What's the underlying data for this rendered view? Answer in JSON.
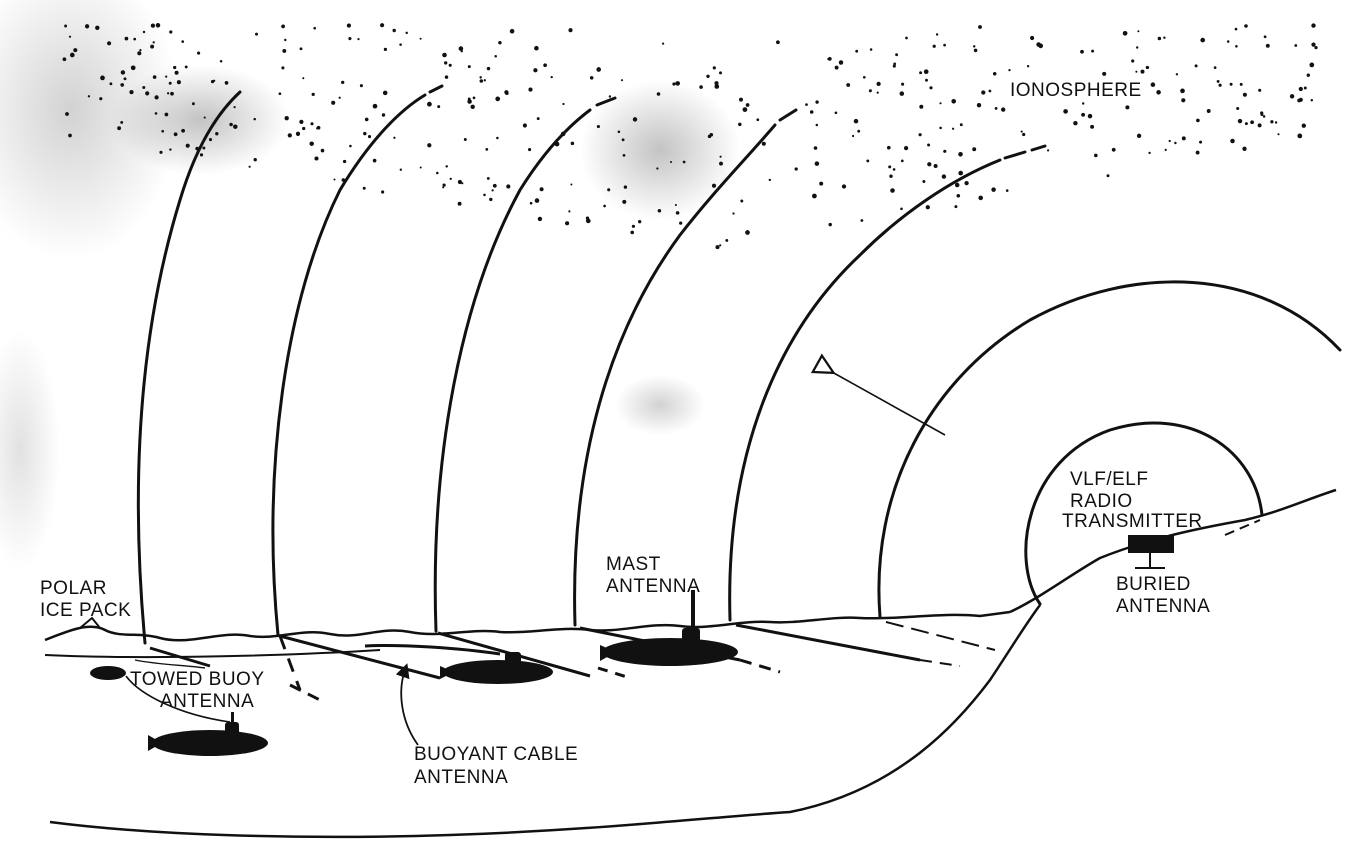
{
  "labels": {
    "ionosphere": "IONOSPHERE",
    "transmitter": [
      "VLF/ELF",
      "RADIO",
      "TRANSMITTER"
    ],
    "buried_antenna": [
      "BURIED",
      "ANTENNA"
    ],
    "mast_antenna": [
      "MAST",
      "ANTENNA"
    ],
    "polar_ice_pack": [
      "POLAR",
      "ICE PACK"
    ],
    "towed_buoy_antenna": [
      "TOWED BUOY",
      "ANTENNA"
    ],
    "buoyant_cable_antenna": [
      "BUOYANT CABLE",
      "ANTENNA"
    ]
  },
  "colors": {
    "ink": "#111111",
    "paper": "#ffffff"
  }
}
